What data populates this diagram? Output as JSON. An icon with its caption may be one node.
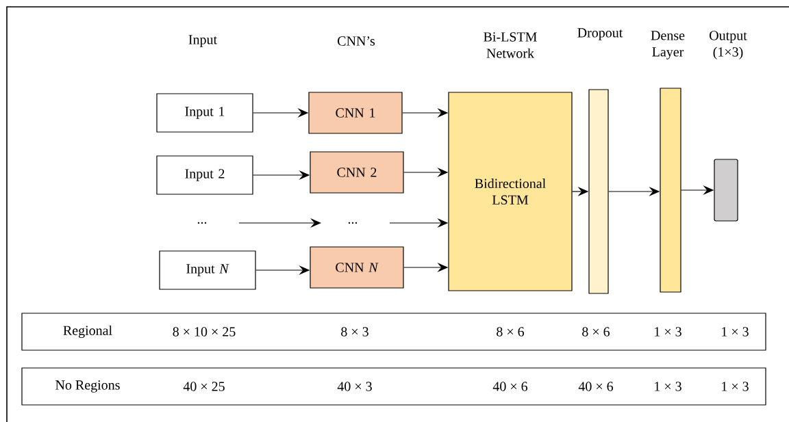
{
  "diagram": {
    "nodes": [
      {
        "text": [
          "Input 1"
        ]
      },
      {
        "text": [
          "Input 2"
        ]
      },
      {
        "text": [
          "..."
        ]
      },
      {
        "text": [
          "Input *N*"
        ]
      },
      {
        "text": [
          "CNN 1"
        ]
      },
      {
        "text": [
          "CNN 2"
        ]
      },
      {
        "text": [
          "..."
        ]
      },
      {
        "text": [
          "CNN *N*"
        ]
      },
      {
        "text": [
          "Bidirectional LSTM"
        ]
      },
      {
        "text": [],
        "shape": "bar"
      },
      {
        "text": [],
        "shape": "bar"
      },
      {
        "text": [],
        "shape": "box"
      },
      {
        "text": [
          "Regional",
          "8 × 10 × 25",
          "8 × 3",
          "8 × 6",
          "8 × 6",
          "1 × 3",
          "1 × 3"
        ]
      },
      {
        "text": [
          "No Regions",
          "40 × 25",
          "40 × 3",
          "40 × 6",
          "40 × 6",
          "1 × 3",
          "1 × 3"
        ]
      }
    ],
    "edges": [
      {
        "from": 0,
        "to": 4,
        "arrow": "to"
      },
      {
        "from": 1,
        "to": 5,
        "arrow": "to"
      },
      {
        "from": 2,
        "to": 6,
        "arrow": "to"
      },
      {
        "from": 3,
        "to": 7,
        "arrow": "to"
      },
      {
        "from": 4,
        "to": 8,
        "arrow": "to"
      },
      {
        "from": 5,
        "to": 8,
        "arrow": "to"
      },
      {
        "from": 6,
        "to": 8,
        "arrow": "to"
      },
      {
        "from": 7,
        "to": 8,
        "arrow": "to"
      },
      {
        "from": 8,
        "to": 9,
        "arrow": "to"
      },
      {
        "from": 9,
        "to": 10,
        "arrow": "to"
      },
      {
        "from": 10,
        "to": 11,
        "arrow": "to"
      }
    ],
    "labels": [
      "Input",
      "CNN’s",
      "Bi-LSTM Network",
      "Dropout",
      "Dense Layer",
      "Output (1×3)"
    ]
  }
}
